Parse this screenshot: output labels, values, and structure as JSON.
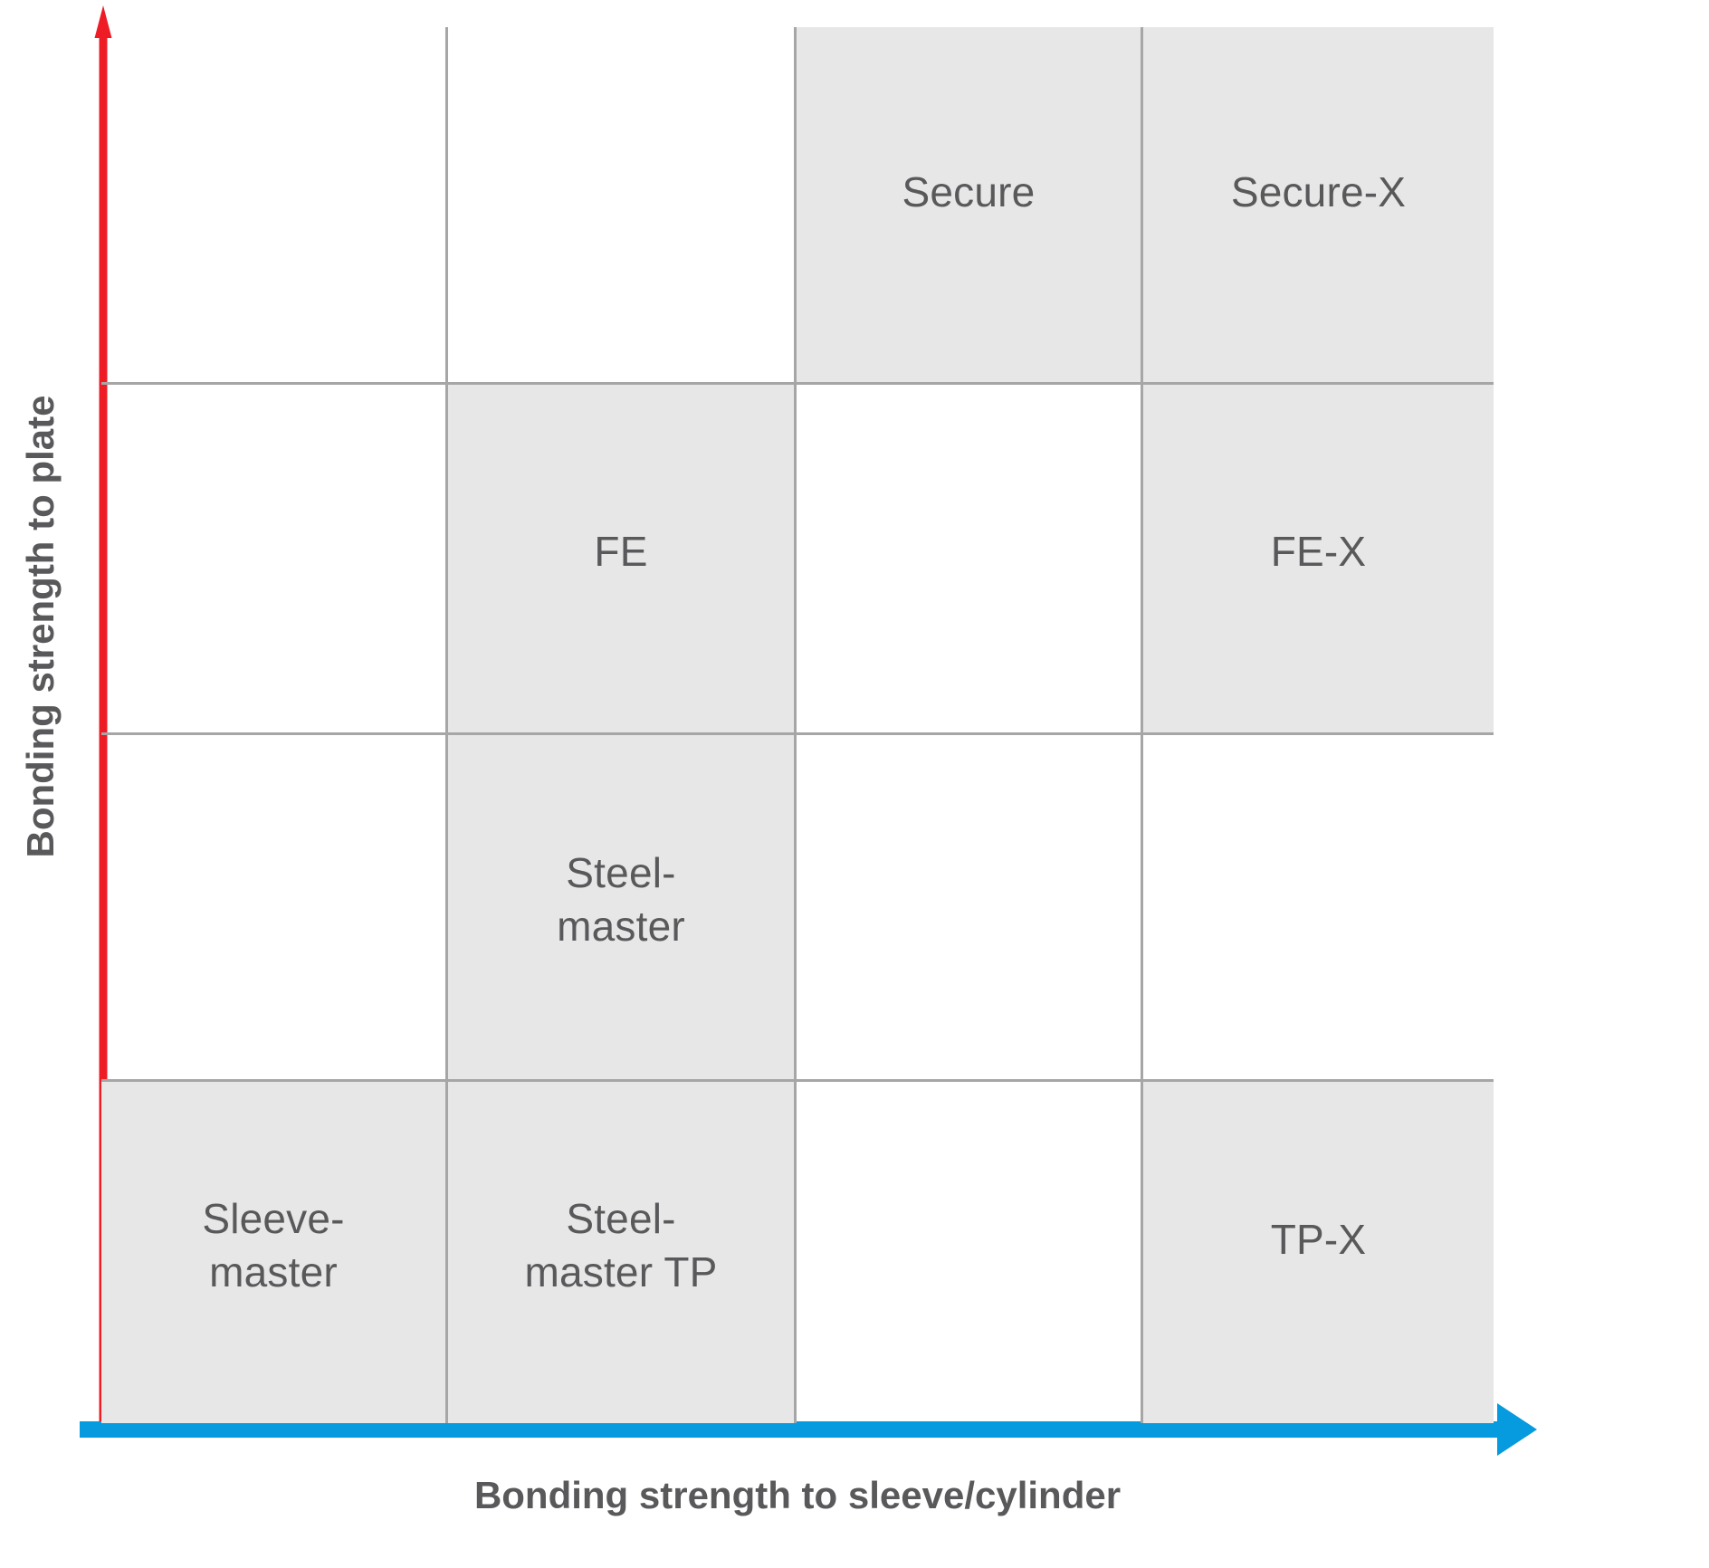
{
  "chart_data": {
    "type": "table",
    "title": "",
    "xlabel": "Bonding strength to sleeve/cylinder",
    "ylabel": "Bonding strength to plate",
    "grid": true,
    "legend": "none",
    "columns": 4,
    "rows": 4,
    "x_axis_direction": "increasing-right",
    "y_axis_direction": "increasing-up",
    "colors": {
      "y_axis": "#ee1c25",
      "x_axis": "#069ade",
      "cell_fill": "#e7e7e7",
      "grid_line": "#a6a6a6",
      "text": "#59595c"
    },
    "cells": [
      {
        "row": 1,
        "col": 1,
        "label": "",
        "filled": false
      },
      {
        "row": 1,
        "col": 2,
        "label": "",
        "filled": false
      },
      {
        "row": 1,
        "col": 3,
        "label": "Secure",
        "filled": true
      },
      {
        "row": 1,
        "col": 4,
        "label": "Secure-X",
        "filled": true
      },
      {
        "row": 2,
        "col": 1,
        "label": "",
        "filled": false
      },
      {
        "row": 2,
        "col": 2,
        "label": "FE",
        "filled": true
      },
      {
        "row": 2,
        "col": 3,
        "label": "",
        "filled": false
      },
      {
        "row": 2,
        "col": 4,
        "label": "FE-X",
        "filled": true
      },
      {
        "row": 3,
        "col": 1,
        "label": "",
        "filled": false
      },
      {
        "row": 3,
        "col": 2,
        "label": "Steel-\nmaster",
        "filled": true
      },
      {
        "row": 3,
        "col": 3,
        "label": "",
        "filled": false
      },
      {
        "row": 3,
        "col": 4,
        "label": "",
        "filled": false
      },
      {
        "row": 4,
        "col": 1,
        "label": "Sleeve-\nmaster",
        "filled": true
      },
      {
        "row": 4,
        "col": 2,
        "label": "Steel-\nmaster TP",
        "filled": true
      },
      {
        "row": 4,
        "col": 3,
        "label": "",
        "filled": false
      },
      {
        "row": 4,
        "col": 4,
        "label": "TP-X",
        "filled": true
      }
    ],
    "products": [
      "Secure",
      "Secure-X",
      "FE",
      "FE-X",
      "Steel-master",
      "Sleeve-master",
      "Steel-master TP",
      "TP-X"
    ]
  },
  "axes": {
    "y": {
      "title": "Bonding strength to plate",
      "icon": "arrow-up-icon",
      "color": "#ee1c25"
    },
    "x": {
      "title": "Bonding strength to sleeve/cylinder",
      "icon": "arrow-right-icon",
      "color": "#069ade"
    }
  },
  "matrix": {
    "r1c1": "",
    "r1c2": "",
    "r1c3": "Secure",
    "r1c4": "Secure-X",
    "r2c1": "",
    "r2c2": "FE",
    "r2c3": "",
    "r2c4": "FE-X",
    "r3c1": "",
    "r3c2": "Steel-\nmaster",
    "r3c3": "",
    "r3c4": "",
    "r4c1": "Sleeve-\nmaster",
    "r4c2": "Steel-\nmaster TP",
    "r4c3": "",
    "r4c4": "TP-X"
  }
}
